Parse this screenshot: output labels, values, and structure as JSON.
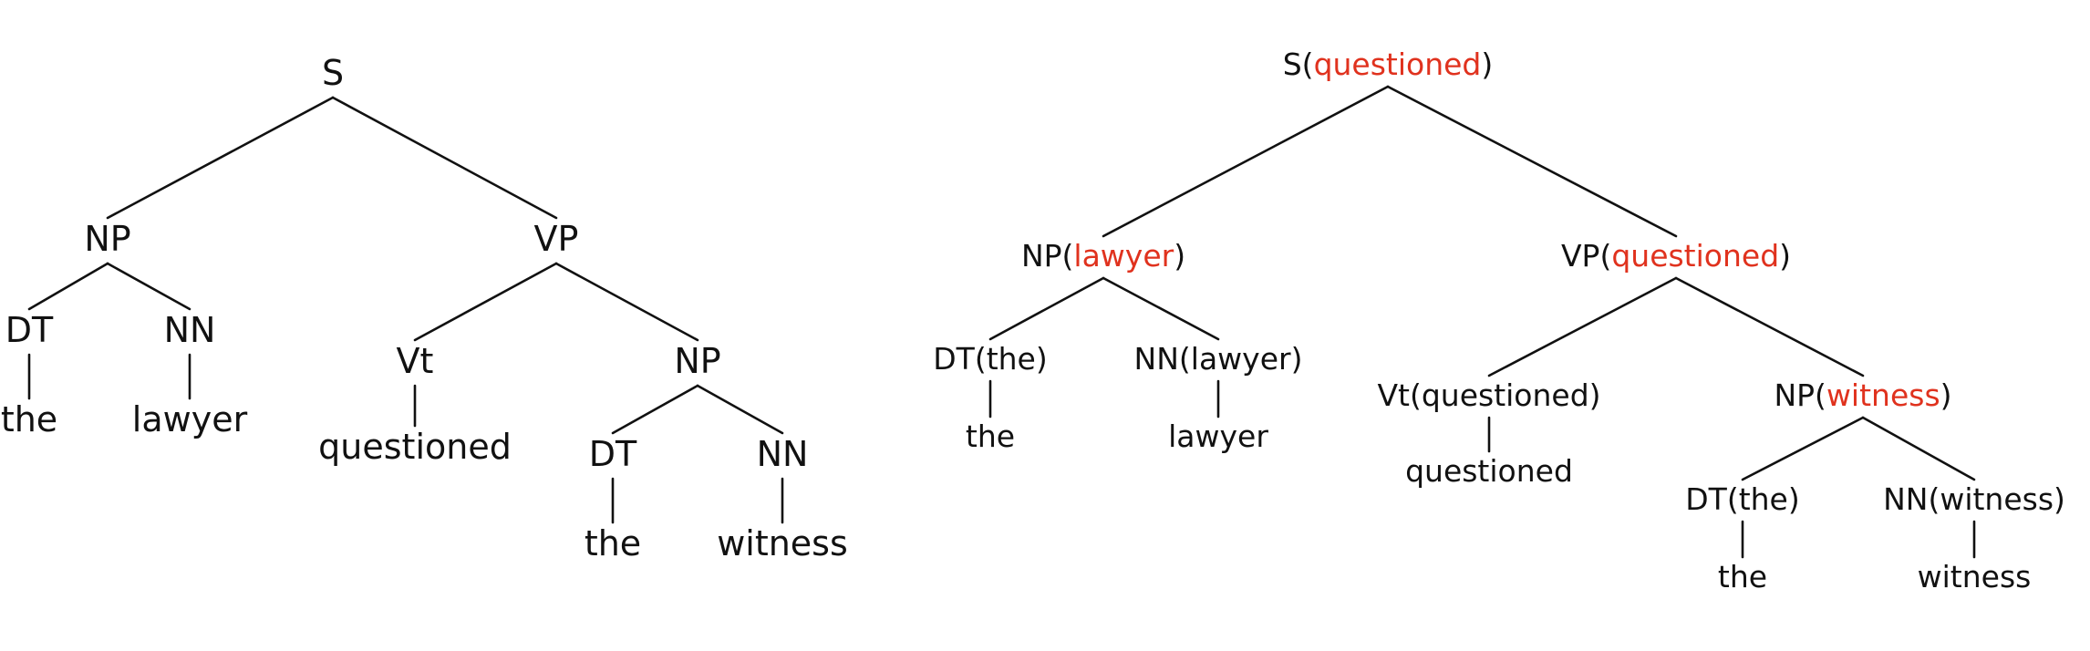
{
  "colors": {
    "text": "#111111",
    "head": "#e0321e",
    "edge": "#111111",
    "background": "#ffffff"
  },
  "trees": [
    {
      "id": "plain",
      "nodes": [
        {
          "id": "L-S",
          "parts": [
            {
              "text": "S",
              "head": false
            }
          ]
        },
        {
          "id": "L-NP1",
          "parts": [
            {
              "text": "NP",
              "head": false
            }
          ]
        },
        {
          "id": "L-VP",
          "parts": [
            {
              "text": "VP",
              "head": false
            }
          ]
        },
        {
          "id": "L-DT1",
          "parts": [
            {
              "text": "DT",
              "head": false
            }
          ]
        },
        {
          "id": "L-NN1",
          "parts": [
            {
              "text": "NN",
              "head": false
            }
          ]
        },
        {
          "id": "L-the1",
          "parts": [
            {
              "text": "the",
              "head": false
            }
          ]
        },
        {
          "id": "L-lawyer",
          "parts": [
            {
              "text": "lawyer",
              "head": false
            }
          ]
        },
        {
          "id": "L-Vt",
          "parts": [
            {
              "text": "Vt",
              "head": false
            }
          ]
        },
        {
          "id": "L-questioned",
          "parts": [
            {
              "text": "questioned",
              "head": false
            }
          ]
        },
        {
          "id": "L-NP2",
          "parts": [
            {
              "text": "NP",
              "head": false
            }
          ]
        },
        {
          "id": "L-DT2",
          "parts": [
            {
              "text": "DT",
              "head": false
            }
          ]
        },
        {
          "id": "L-NN2",
          "parts": [
            {
              "text": "NN",
              "head": false
            }
          ]
        },
        {
          "id": "L-the2",
          "parts": [
            {
              "text": "the",
              "head": false
            }
          ]
        },
        {
          "id": "L-witness",
          "parts": [
            {
              "text": "witness",
              "head": false
            }
          ]
        }
      ],
      "edges": [
        [
          "L-S",
          "L-NP1"
        ],
        [
          "L-S",
          "L-VP"
        ],
        [
          "L-NP1",
          "L-DT1"
        ],
        [
          "L-NP1",
          "L-NN1"
        ],
        [
          "L-DT1",
          "L-the1"
        ],
        [
          "L-NN1",
          "L-lawyer"
        ],
        [
          "L-VP",
          "L-Vt"
        ],
        [
          "L-VP",
          "L-NP2"
        ],
        [
          "L-Vt",
          "L-questioned"
        ],
        [
          "L-NP2",
          "L-DT2"
        ],
        [
          "L-NP2",
          "L-NN2"
        ],
        [
          "L-DT2",
          "L-the2"
        ],
        [
          "L-NN2",
          "L-witness"
        ]
      ]
    },
    {
      "id": "lexicalized",
      "nodes": [
        {
          "id": "R-S",
          "parts": [
            {
              "text": "S(",
              "head": false
            },
            {
              "text": "questioned",
              "head": true
            },
            {
              "text": ")",
              "head": false
            }
          ]
        },
        {
          "id": "R-NP1",
          "parts": [
            {
              "text": "NP(",
              "head": false
            },
            {
              "text": "lawyer",
              "head": true
            },
            {
              "text": ")",
              "head": false
            }
          ]
        },
        {
          "id": "R-VP",
          "parts": [
            {
              "text": "VP(",
              "head": false
            },
            {
              "text": "questioned",
              "head": true
            },
            {
              "text": ")",
              "head": false
            }
          ]
        },
        {
          "id": "R-DT1",
          "parts": [
            {
              "text": "DT(the)",
              "head": false
            }
          ]
        },
        {
          "id": "R-NN1",
          "parts": [
            {
              "text": "NN(lawyer)",
              "head": false
            }
          ]
        },
        {
          "id": "R-the1",
          "parts": [
            {
              "text": "the",
              "head": false
            }
          ]
        },
        {
          "id": "R-lawyer",
          "parts": [
            {
              "text": "lawyer",
              "head": false
            }
          ]
        },
        {
          "id": "R-Vt",
          "parts": [
            {
              "text": "Vt(questioned)",
              "head": false
            }
          ]
        },
        {
          "id": "R-questioned",
          "parts": [
            {
              "text": "questioned",
              "head": false
            }
          ]
        },
        {
          "id": "R-NP2",
          "parts": [
            {
              "text": "NP(",
              "head": false
            },
            {
              "text": "witness",
              "head": true
            },
            {
              "text": ")",
              "head": false
            }
          ]
        },
        {
          "id": "R-DT2",
          "parts": [
            {
              "text": "DT(the)",
              "head": false
            }
          ]
        },
        {
          "id": "R-NN2",
          "parts": [
            {
              "text": "NN(witness)",
              "head": false
            }
          ]
        },
        {
          "id": "R-the2",
          "parts": [
            {
              "text": "the",
              "head": false
            }
          ]
        },
        {
          "id": "R-witness",
          "parts": [
            {
              "text": "witness",
              "head": false
            }
          ]
        }
      ],
      "edges": [
        [
          "R-S",
          "R-NP1"
        ],
        [
          "R-S",
          "R-VP"
        ],
        [
          "R-NP1",
          "R-DT1"
        ],
        [
          "R-NP1",
          "R-NN1"
        ],
        [
          "R-DT1",
          "R-the1"
        ],
        [
          "R-NN1",
          "R-lawyer"
        ],
        [
          "R-VP",
          "R-Vt"
        ],
        [
          "R-VP",
          "R-NP2"
        ],
        [
          "R-Vt",
          "R-questioned"
        ],
        [
          "R-NP2",
          "R-DT2"
        ],
        [
          "R-NP2",
          "R-NN2"
        ],
        [
          "R-DT2",
          "R-the2"
        ],
        [
          "R-NN2",
          "R-witness"
        ]
      ]
    }
  ]
}
